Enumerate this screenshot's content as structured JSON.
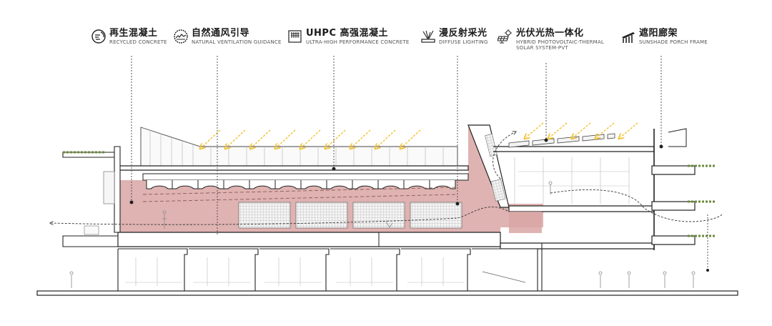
{
  "diagram": {
    "type": "architectural-section",
    "colors": {
      "highlight_space": "#d9a6a4",
      "sun_rays": "#f2c12e",
      "line": "#222222",
      "light_line": "#b5b5b5"
    },
    "legend": [
      {
        "icon": "recycle-concrete-icon",
        "cn": "再生混凝土",
        "en": "RECYCLED CONCRETE"
      },
      {
        "icon": "ventilation-icon",
        "cn": "自然通风引导",
        "en": "NATURAL VENTILATION GUIDANCE"
      },
      {
        "icon": "uhpc-panel-icon",
        "cn": "UHPC 高强混凝土",
        "en": "ULTRA-HIGH PERFORMANCE CONCRETE"
      },
      {
        "icon": "diffuse-light-icon",
        "cn": "漫反射采光",
        "en": "DIFFUSE LIGHTING"
      },
      {
        "icon": "solar-pvt-icon",
        "cn": "光伏光热一体化",
        "en": "HYBRID PHOTOVOLTAIC-THERMAL",
        "en2": "SOLAR SYSTEM-PVT"
      },
      {
        "icon": "sunshade-frame-icon",
        "cn": "遮阳廊架",
        "en": "SUNSHADE PORCH FRAME"
      }
    ]
  }
}
